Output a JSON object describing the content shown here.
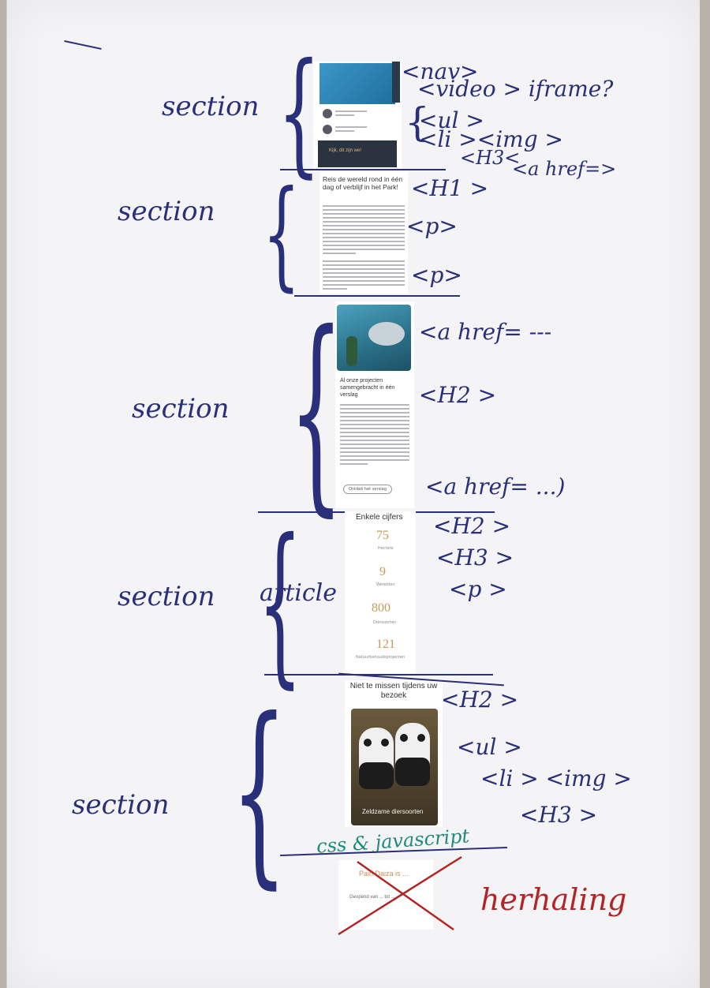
{
  "sketch": {
    "labels": {
      "section": "section",
      "article": "article"
    },
    "annotations": {
      "nav": "<nav>",
      "video": "<video > iframe?",
      "ul": "<ul >",
      "li_img": "<li ><img >",
      "h3_1": "<H3<",
      "a_href_1": "<a href=>",
      "h1": "<H1 >",
      "p1": "<p>",
      "p2": "<p>",
      "a_href_2": "<a href= ---",
      "h2_1": "<H2 >",
      "a_href_3": "<a href= ...)",
      "h2_2": "<H2 >",
      "h3_2": "<H3 >",
      "p3": "<p >",
      "h2_3": "<H2 >",
      "ul_2": "<ul >",
      "li_img_2": "<li > <img >",
      "h3_3": "<H3 >",
      "css_js": "css & javascript",
      "herhaling": "herhaling"
    },
    "printed": {
      "video_caption": "Kijk, dit zijn we!",
      "hero_title": "Reis de wereld rond in één dag of verblijf in het Park!",
      "project_title": "Al onze projecten samengebracht in één verslag",
      "project_button": "Ontdek het verslag",
      "stats_title": "Enkele cijfers",
      "stats": [
        {
          "value": "75",
          "label": "Hectare"
        },
        {
          "value": "9",
          "label": "Werelden"
        },
        {
          "value": "800",
          "label": "Diersoorten"
        },
        {
          "value": "121",
          "label": "Natuurbehoudsprojecten"
        }
      ],
      "missen_title": "Niet te missen tijdens uw bezoek",
      "card_label": "Zeldzame diersoorten",
      "footer_title": "Pairi Daiza is ...",
      "footer_text": "Geopend van ... tot ..."
    }
  }
}
